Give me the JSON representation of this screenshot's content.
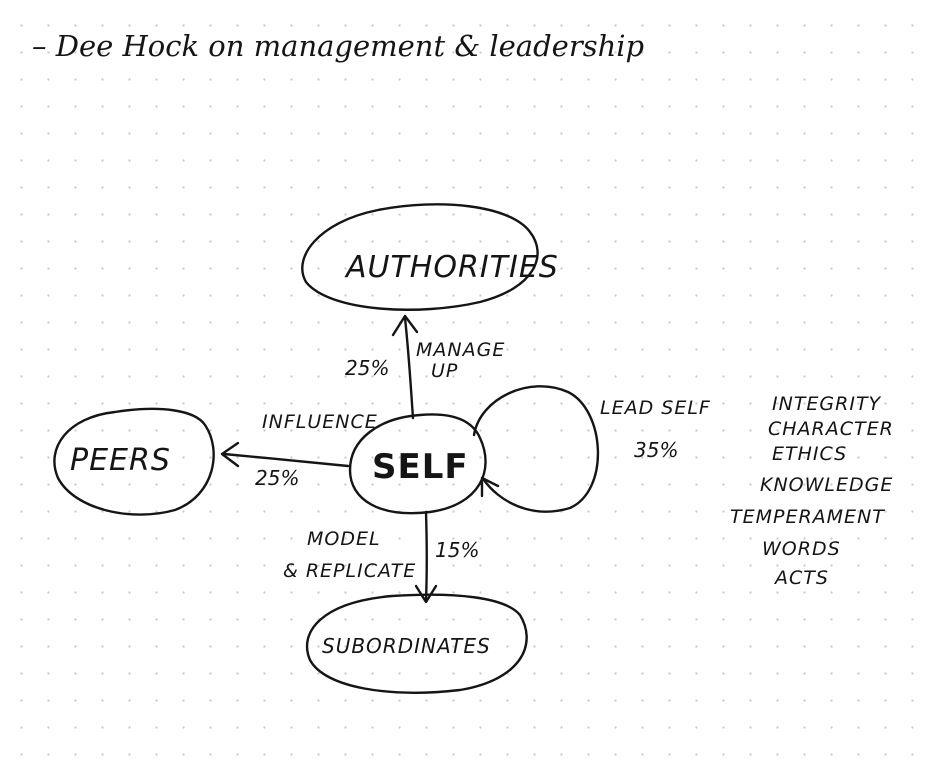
{
  "title": "– Dee Hock on  management & leadership",
  "nodes": {
    "authorities": "AUTHORITIES",
    "peers": "PEERS",
    "self": "SELF",
    "subordinates": "SUBORDINATES"
  },
  "edges": {
    "manage_up": {
      "line1": "MANAGE",
      "line2": "UP",
      "percent": "25%"
    },
    "influence": {
      "label": "INFLUENCE",
      "percent": "25%"
    },
    "model_replicate": {
      "line1": "MODEL",
      "line2": "& REPLICATE",
      "percent": "15%"
    },
    "lead_self": {
      "label": "LEAD SELF",
      "percent": "35%"
    }
  },
  "lead_self_traits": [
    "INTEGRITY",
    "CHARACTER",
    "ETHICS",
    "KNOWLEDGE",
    "TEMPERAMENT",
    "WORDS",
    "ACTS"
  ]
}
